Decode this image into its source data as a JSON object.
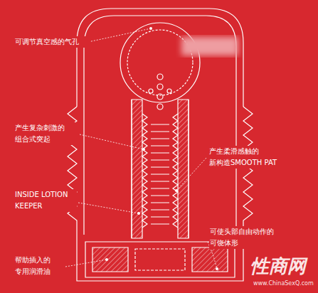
{
  "diagram": {
    "labels": [
      "可调节真空感的气孔",
      "产生复杂刺激的 组合式突起",
      "INSIDE LOTION KEEPER",
      "帮助插入的 专用润滑油",
      "产生柔滑感触的 新构造SMOOTH PAT",
      "可使头部自由动作的 可饶体形",
      "性商网",
      "www.ChinaSexQ.com"
    ]
  }
}
